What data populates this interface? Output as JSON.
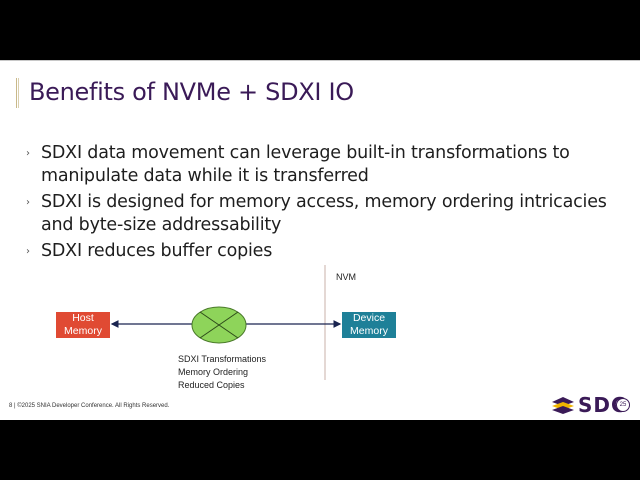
{
  "slide": {
    "title": "Benefits of NVMe + SDXI IO",
    "bullets": [
      {
        "marker": "›",
        "text": "SDXI data movement can leverage built-in transformations to manipulate data while it is transferred"
      },
      {
        "marker": "›",
        "text": "SDXI is designed for memory access, memory ordering intricacies and byte-size addressability"
      },
      {
        "marker": "›",
        "text": "SDXI reduces buffer copies"
      }
    ],
    "diagram": {
      "host_box": {
        "line1": "Host",
        "line2": "Memory",
        "color": "#e04a33"
      },
      "device_box": {
        "line1": "Device",
        "line2": "Memory",
        "color": "#1e8098"
      },
      "nvm_label": "NVM",
      "transform_node": {
        "icon": "crossed-circle-icon",
        "color": "#8ed45a"
      },
      "caption": [
        "SDXI Transformations",
        "Memory Ordering",
        "Reduced Copies"
      ]
    },
    "footer": {
      "page_number": "8",
      "copyright": "8 | ©2025 SNIA Developer Conference. All Rights Reserved."
    },
    "logo": {
      "text": "SDC",
      "badge": "25",
      "brand_color": "#3a1a57",
      "accent_color": "#f0b400"
    }
  }
}
